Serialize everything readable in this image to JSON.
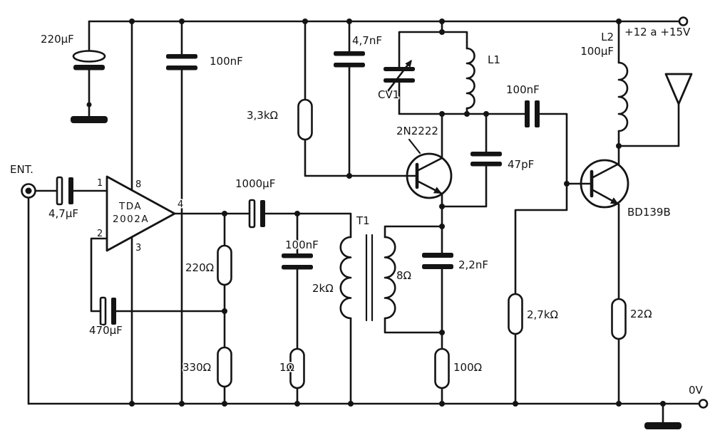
{
  "schematic": {
    "colors": {
      "ink": "#141414",
      "paper": "#ffffff"
    },
    "labels": {
      "c220uf": "220µF",
      "c100nf_supply": "100nF",
      "c4n7": "4,7nF",
      "cv1": "CV1",
      "l1": "L1",
      "r3k3": "3,3kΩ",
      "q1": "2N2222",
      "c47pf": "47pF",
      "c100nf_coupling": "100nF",
      "l2": "L2",
      "l2_value": "100µF",
      "supply": "+12 a +15V",
      "ent": "ENT.",
      "c4u7": "4,7µF",
      "pin1": "1",
      "pin2": "2",
      "pin3": "3",
      "pin4": "4",
      "pin8": "8",
      "ic_line1": "TDA",
      "ic_line2": "2002A",
      "c1000uf": "1000µF",
      "r220": "220Ω",
      "c470uf": "470µF",
      "r330": "330Ω",
      "c100nf_zobel": "100nF",
      "t1_primary": "2kΩ",
      "t1": "T1",
      "t1_secondary": "8Ω",
      "r1": "1Ω",
      "c2n2": "2,2nF",
      "r100": "100Ω",
      "r2k7": "2,7kΩ",
      "r22": "22Ω",
      "q2": "BD139B",
      "zero_v": "0V"
    }
  }
}
